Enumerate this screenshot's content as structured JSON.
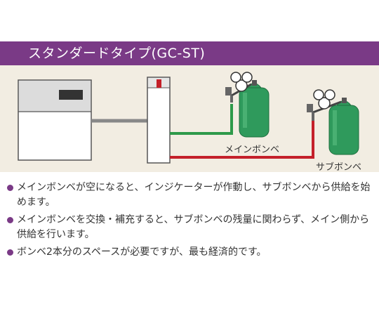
{
  "header": {
    "title": "スタンダードタイプ(GC-ST)"
  },
  "diagram": {
    "main_cylinder_label": "メインボンベ",
    "sub_cylinder_label": "サブボンベ"
  },
  "notes": [
    "メインボンベが空になると、インジケーターが作動し、サブボンベから供給を始めます。",
    "メインボンベを交換・補充すると、サブボンベの残量に関わらず、メイン側から供給を行います。",
    "ボンベ2本分のスペースが必要ですが、最も経済的です。"
  ],
  "colors": {
    "header": "#7a3a86",
    "green_line": "#2e9a4a",
    "red_line": "#c4202a",
    "cylinder": "#2f9a5c",
    "diagram_bg": "#f2ede2"
  },
  "icons": [
    "gas-cylinder-icon",
    "pressure-regulator-icon"
  ]
}
